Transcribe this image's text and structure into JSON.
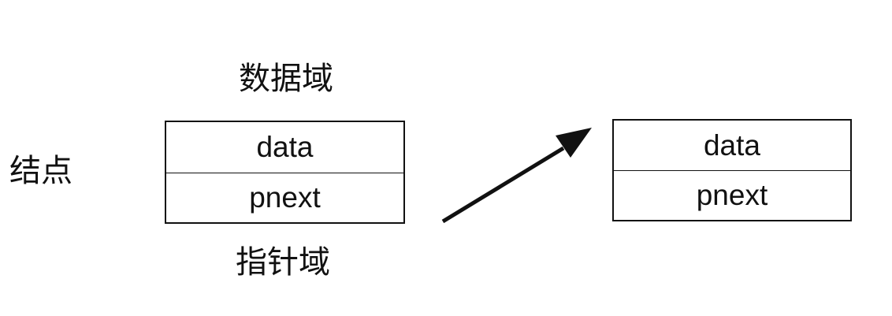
{
  "labels": {
    "data_field": "数据域",
    "node": "结点",
    "pointer_field": "指针域"
  },
  "nodes": [
    {
      "data": "data",
      "pointer": "pnext"
    },
    {
      "data": "data",
      "pointer": "pnext"
    }
  ],
  "colors": {
    "stroke": "#111111",
    "background": "#ffffff"
  },
  "icons": {
    "connector": "arrow-icon"
  }
}
